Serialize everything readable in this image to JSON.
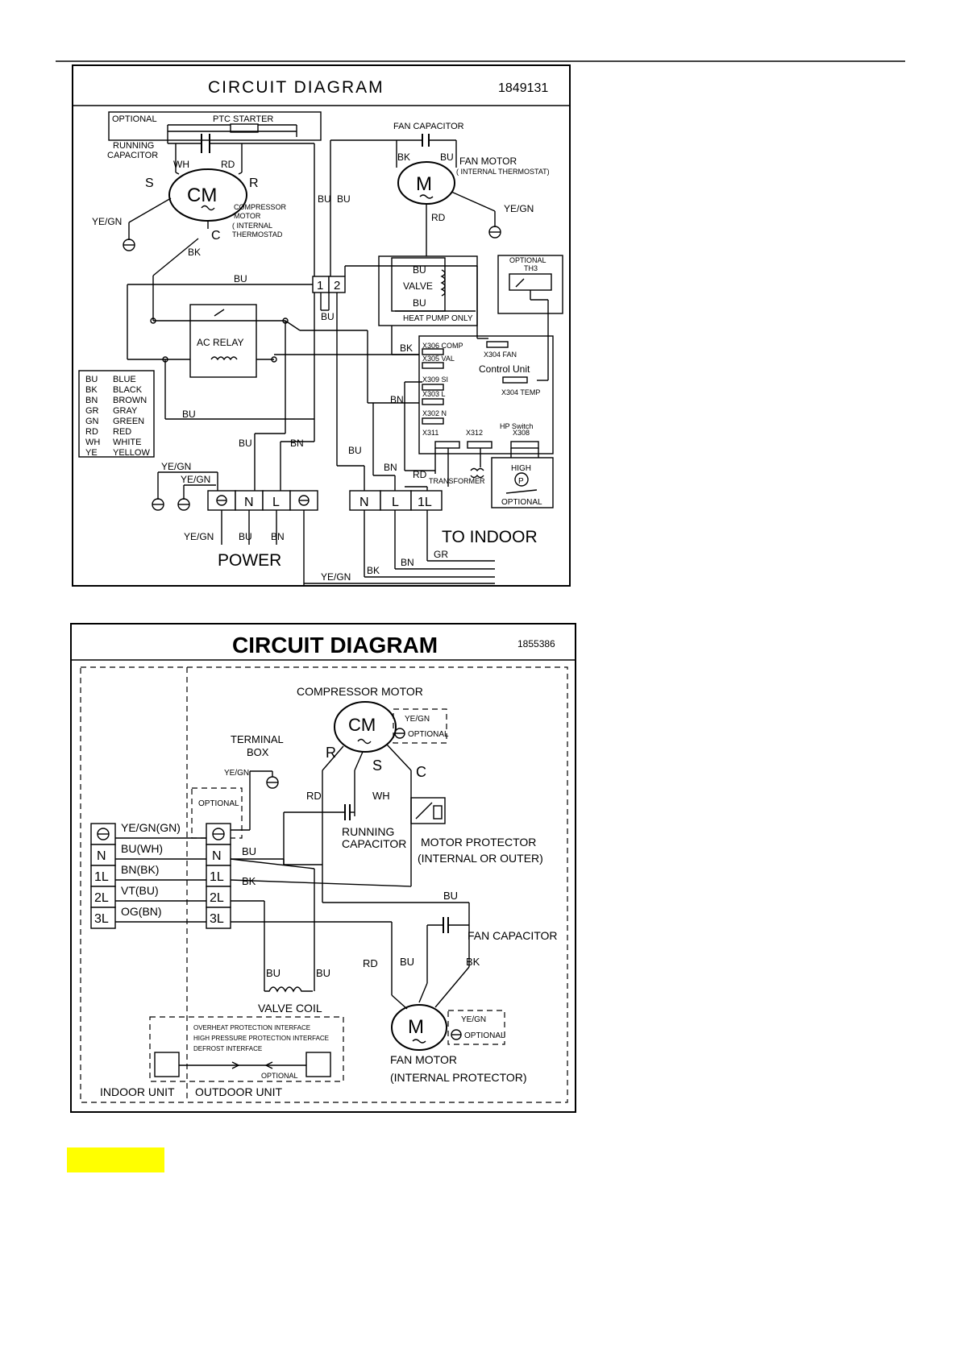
{
  "diagram1": {
    "title": "CIRCUIT  DIAGRAM",
    "code": "1849131",
    "optional": "OPTIONAL",
    "ptc_starter": "PTC STARTER",
    "running_capacitor_1": "RUNNING",
    "running_capacitor_2": "CAPACITOR",
    "fan_capacitor": "FAN CAPACITOR",
    "fan_motor_1": "FAN MOTOR",
    "fan_motor_2": "( INTERNAL THERMOSTAT)",
    "cm": "CM",
    "m": "M",
    "s": "S",
    "r": "R",
    "c": "C",
    "comp_motor_1": "COMPRESSOR",
    "comp_motor_2": "MOTOR",
    "comp_motor_3": "( INTERNAL",
    "comp_motor_4": "THERMOSTAD",
    "wh": "WH",
    "rd": "RD",
    "bk": "BK",
    "bu": "BU",
    "bn": "BN",
    "gr": "GR",
    "yegn": "YE/GN",
    "t1": "1",
    "t2": "2",
    "valve": "VALVE",
    "heat_pump_only": "HEAT PUMP ONLY",
    "optional_th3_1": "OPTIONAL",
    "optional_th3_2": "TH3",
    "ac_relay": "AC  RELAY",
    "x306": "X306  COMP",
    "x305": "X305  VAL",
    "x304fan": "X304  FAN",
    "control_unit": "Control  Unit",
    "x309": "X309  SI",
    "x304temp": "X304  TEMP",
    "x303": "X303  L",
    "x302": "X302  N",
    "hp_switch": "HP Switch",
    "x311": "X311",
    "x312": "X312",
    "x308": "X308",
    "transformer": "TRANSFORMER",
    "high": "HIGH",
    "p": "P",
    "optional2": "OPTIONAL",
    "legend": [
      {
        "code": "BU",
        "name": "BLUE"
      },
      {
        "code": "BK",
        "name": "BLACK"
      },
      {
        "code": "BN",
        "name": "BROWN"
      },
      {
        "code": "GR",
        "name": "GRAY"
      },
      {
        "code": "GN",
        "name": "GREEN"
      },
      {
        "code": "RD",
        "name": "RED"
      },
      {
        "code": "WH",
        "name": "WHITE"
      },
      {
        "code": "YE",
        "name": "YELLOW"
      }
    ],
    "n": "N",
    "l": "L",
    "one_l": "1L",
    "power": "POWER",
    "to_indoor": "TO  INDOOR"
  },
  "diagram2": {
    "title": "CIRCUIT DIAGRAM",
    "code": "1855386",
    "compressor_motor": "COMPRESSOR  MOTOR",
    "cm": "CM",
    "yegn": "YE/GN",
    "optional": "OPTIONAL",
    "terminal_box_1": "TERMINAL",
    "terminal_box_2": "BOX",
    "r": "R",
    "s": "S",
    "c": "C",
    "rd": "RD",
    "wh": "WH",
    "bu": "BU",
    "bk": "BK",
    "running_capacitor_1": "RUNNING",
    "running_capacitor_2": "CAPACITOR",
    "motor_protector_1": "MOTOR  PROTECTOR",
    "motor_protector_2": "(INTERNAL  OR  OUTER)",
    "indoor_labels": [
      "YE/GN(GN)",
      "BU(WH)",
      "BN(BK)",
      "VT(BU)",
      "OG(BN)"
    ],
    "terminals": [
      "N",
      "1L",
      "2L",
      "3L"
    ],
    "fan_capacitor": "FAN  CAPACITOR",
    "valve_coil": "VALVE  COIL",
    "m": "M",
    "fan_motor_1": "FAN  MOTOR",
    "fan_motor_2": "(INTERNAL  PROTECTOR)",
    "interface_1": "OVERHEAT  PROTECTION  INTERFACE",
    "interface_2": "HIGH  PRESSURE  PROTECTION  INTERFACE",
    "interface_3": "DEFROST  INTERFACE",
    "indoor_unit": "INDOOR  UNIT",
    "outdoor_unit": "OUTDOOR  UNIT"
  }
}
